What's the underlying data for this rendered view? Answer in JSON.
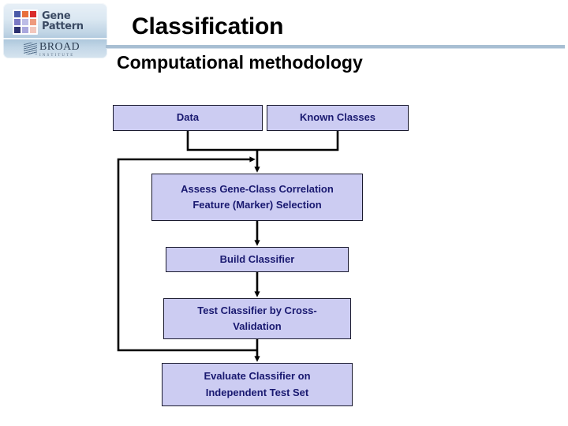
{
  "header": {
    "title": "Classification",
    "subtitle": "Computational methodology",
    "rule_color": "#a8bfd3",
    "logo": {
      "gene_word": "Gene",
      "pattern_word": "Pattern",
      "broad_name": "BROAD",
      "broad_sub": "INSTITUTE",
      "grid_colors": [
        "#4a5aa8",
        "#e8703c",
        "#d92b2b",
        "#7b79c4",
        "#bcbce6",
        "#ee9a7e",
        "#2c3170",
        "#a9a7dd",
        "#f3c7bd"
      ]
    }
  },
  "flowchart": {
    "node_fill": "#ccccf2",
    "node_border": "#1a1a2e",
    "node_text_color": "#191970",
    "nodes": [
      {
        "id": "data",
        "lines": [
          "Data"
        ]
      },
      {
        "id": "known",
        "lines": [
          "Known Classes"
        ]
      },
      {
        "id": "assess",
        "lines": [
          "Assess Gene-Class Correlation",
          "Feature (Marker) Selection"
        ]
      },
      {
        "id": "build",
        "lines": [
          "Build Classifier"
        ]
      },
      {
        "id": "test",
        "lines": [
          "Test Classifier by Cross-",
          "Validation"
        ]
      },
      {
        "id": "evaluate",
        "lines": [
          "Evaluate Classifier on",
          "Independent Test Set"
        ]
      }
    ],
    "edges": [
      {
        "from": "data",
        "to": "assess",
        "type": "merge"
      },
      {
        "from": "known",
        "to": "assess",
        "type": "merge"
      },
      {
        "from": "assess",
        "to": "build",
        "type": "arrow"
      },
      {
        "from": "build",
        "to": "test",
        "type": "arrow"
      },
      {
        "from": "test",
        "to": "evaluate",
        "type": "arrow"
      },
      {
        "from": "test",
        "to": "assess",
        "type": "feedback-loop"
      }
    ]
  }
}
